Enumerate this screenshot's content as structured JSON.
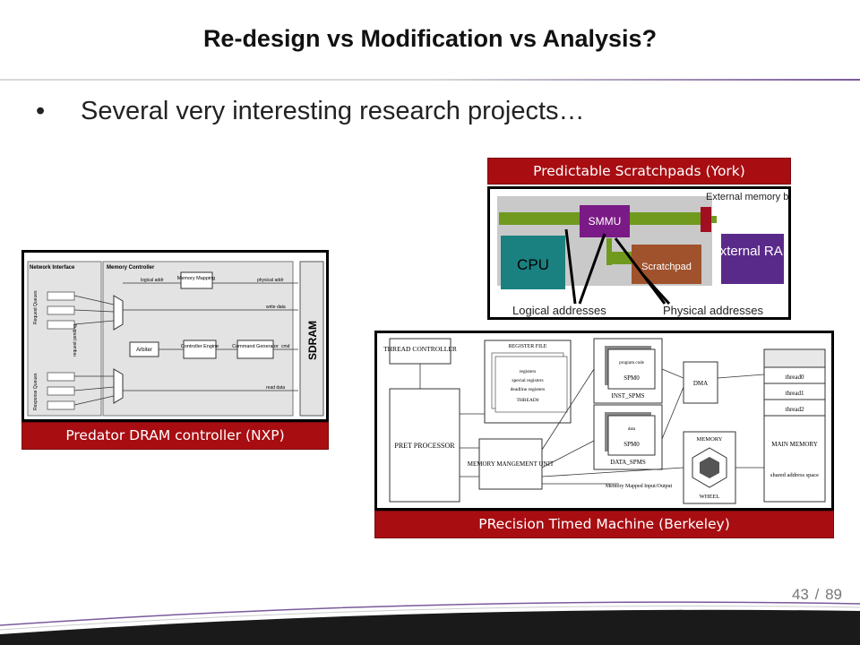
{
  "title": "Re-design vs Modification vs Analysis?",
  "bullet": {
    "marker": "•",
    "text": "Several very interesting research projects…"
  },
  "figures": {
    "york": {
      "caption": "Predictable Scratchpads (York)",
      "labels": {
        "ext_bus": "External memory bus",
        "smmu": "SMMU",
        "cpu": "CPU",
        "scratchpad": "Scratchpad",
        "external_ram": "External RAM",
        "logical": "Logical addresses",
        "physical": "Physical addresses"
      }
    },
    "nxp": {
      "caption": "Predator DRAM controller (NXP)",
      "labels": {
        "network_interface": "Network Interface",
        "memory_controller": "Memory Controller",
        "request_queues": "Request Queues",
        "response_queues": "Response Queues",
        "request_pending": "request pending",
        "logical_addr": "logical addr",
        "memory_mapping": "Memory Mapping",
        "physical_addr": "physical addr",
        "write_data": "write data",
        "arbiter": "Arbiter",
        "controller_engine": "Controller Engine",
        "command_generator": "Command Generator",
        "cmd": "cmd",
        "read_data": "read data",
        "sdram": "SDRAM"
      }
    },
    "berkeley": {
      "caption": "PRecision Timed Machine (Berkeley)",
      "labels": {
        "thread_controller": "THREAD CONTROLLER",
        "register_file": "REGISTER FILE",
        "registers": "registers",
        "special_registers": "special registers",
        "deadline_registers": "deadline registers",
        "thread0_reg": "THREAD0",
        "pret_processor": "PRET PROCESSOR",
        "mmu": "MEMORY MANGEMENT UNIT",
        "program_code": "program code",
        "spm0_inst": "SPM0",
        "inst_spms": "INST_SPMS",
        "data": "data",
        "spm0_data": "SPM0",
        "data_spms": "DATA_SPMS",
        "dma": "DMA",
        "memory_wheel_top": "MEMORY",
        "memory_wheel_bottom": "WHEEL",
        "mm_io": "Memory Mapped Input/Output",
        "thread0": "thread0",
        "thread1": "thread1",
        "thread2": "thread2",
        "main_memory": "MAIN MEMORY",
        "shared_space": "shared address space"
      }
    }
  },
  "pager": {
    "current": "43",
    "separator": "/",
    "total": "89"
  }
}
